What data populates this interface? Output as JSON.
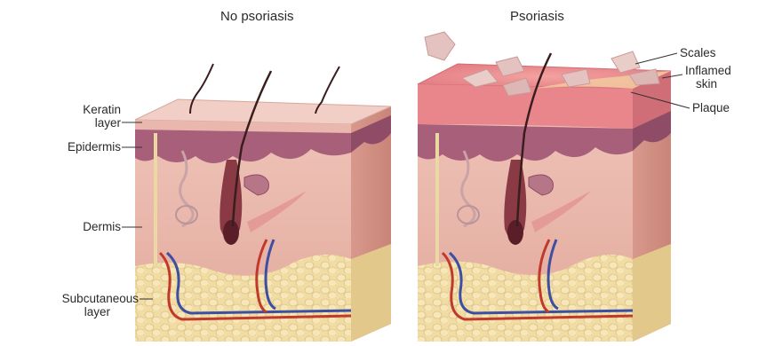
{
  "titles": {
    "left": "No psoriasis",
    "right": "Psoriasis"
  },
  "left_labels": {
    "keratin": [
      "Keratin",
      "layer"
    ],
    "epidermis": "Epidermis",
    "dermis": "Dermis",
    "subcutaneous": [
      "Subcutaneous",
      "layer"
    ]
  },
  "right_labels": {
    "scales": "Scales",
    "inflamed": [
      "Inflamed",
      "skin"
    ],
    "plaque": "Plaque"
  },
  "colors": {
    "skin_top": "#f0c9c0",
    "epidermis": "#a8607a",
    "dermis": "#e8b6ab",
    "dermis_side": "#d99a8e",
    "fat": "#efd9a0",
    "artery": "#c0392b",
    "vein": "#3d4fa3",
    "hair": "#3a1d1d",
    "inflamed": "#e58a8f"
  }
}
